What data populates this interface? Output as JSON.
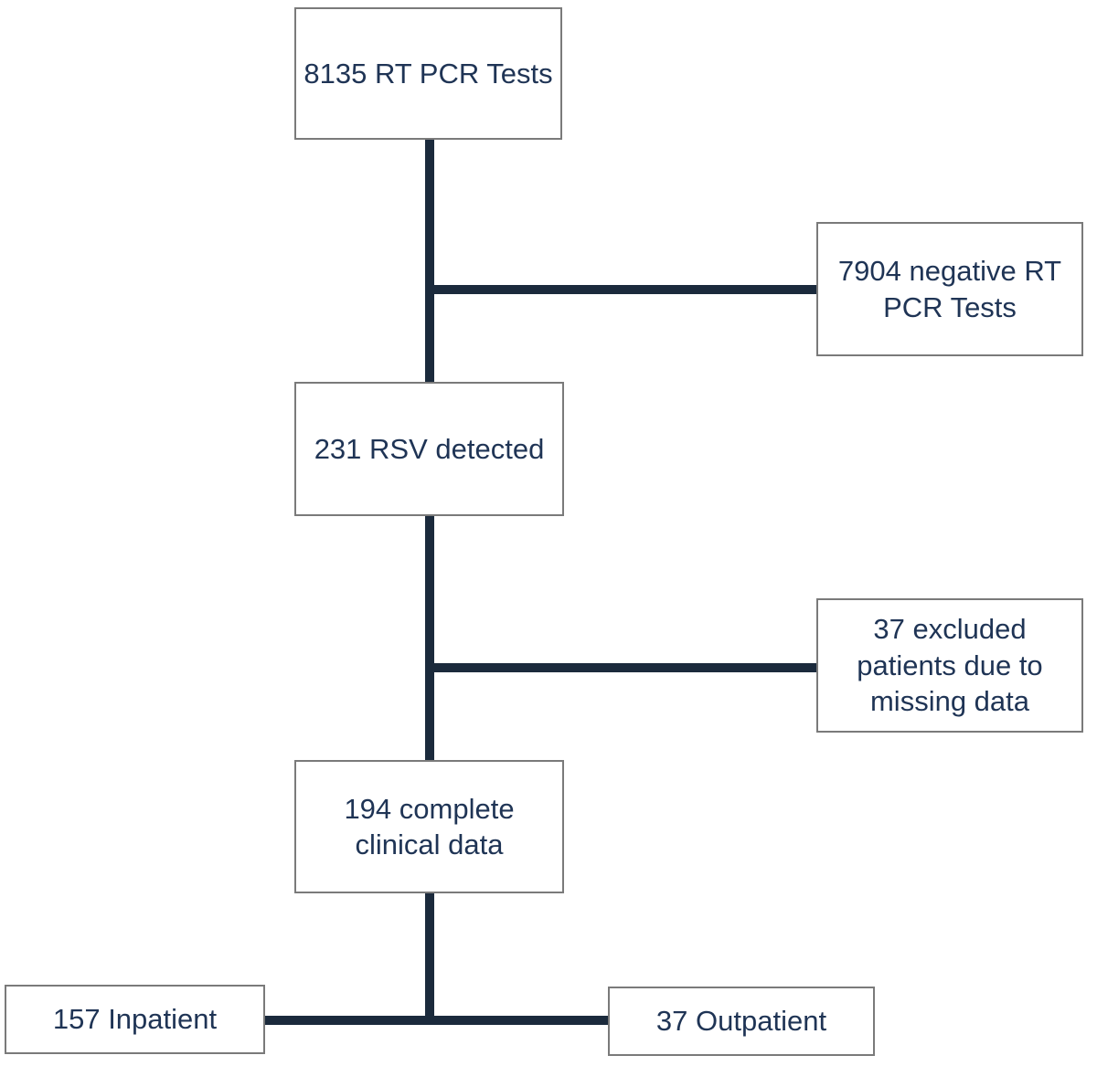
{
  "diagram": {
    "type": "flowchart",
    "nodes": {
      "rt_pcr_tests": {
        "label": "8135 RT PCR Tests"
      },
      "negative_tests": {
        "label": "7904 negative RT PCR Tests"
      },
      "rsv_detected": {
        "label": "231 RSV detected"
      },
      "excluded": {
        "label": "37 excluded patients due to missing data"
      },
      "complete_data": {
        "label": "194 complete clinical data"
      },
      "inpatient": {
        "label": "157 Inpatient"
      },
      "outpatient": {
        "label": "37 Outpatient"
      }
    },
    "edges": [
      {
        "from": "rt_pcr_tests",
        "to": "negative_tests"
      },
      {
        "from": "rt_pcr_tests",
        "to": "rsv_detected"
      },
      {
        "from": "rsv_detected",
        "to": "excluded"
      },
      {
        "from": "rsv_detected",
        "to": "complete_data"
      },
      {
        "from": "complete_data",
        "to": "inpatient"
      },
      {
        "from": "complete_data",
        "to": "outpatient"
      }
    ],
    "colors": {
      "line": "#1b2a3c",
      "text": "#1f3455",
      "box_border": "#7a7a7a",
      "background": "#ffffff"
    }
  }
}
